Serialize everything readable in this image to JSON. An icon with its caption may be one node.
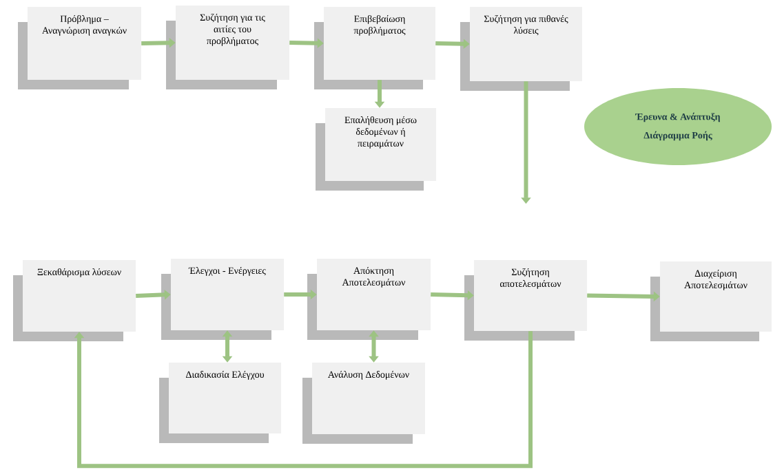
{
  "diagram": {
    "nodes": [
      {
        "text": [
          "Πρόβλημα – Αναγνώριση αναγκών"
        ]
      },
      {
        "text": [
          "Συζήτηση για τις αιτίες του προβλήματος"
        ]
      },
      {
        "text": [
          "Επιβεβαίωση προβλήματος"
        ]
      },
      {
        "text": [
          "Συζήτηση για πιθανές λύσεις"
        ]
      },
      {
        "text": [
          "Επαλήθευση μέσω δεδομένων ή πειραμάτων"
        ]
      },
      {
        "text": [
          "Έρευνα & Ανάπτυξη",
          "Διάγραμμα Ροής"
        ]
      },
      {
        "text": [
          "Ξεκαθάρισμα λύσεων"
        ]
      },
      {
        "text": [
          "Έλεγχοι - Ενέργειες"
        ]
      },
      {
        "text": [
          "Απόκτηση Αποτελεσμάτων"
        ]
      },
      {
        "text": [
          "Συζήτηση αποτελεσμάτων"
        ]
      },
      {
        "text": [
          "Διαχείριση Αποτελεσμάτων"
        ]
      },
      {
        "text": [
          "Διαδικασία Ελέγχου"
        ]
      },
      {
        "text": [
          "Ανάλυση Δεδομένων"
        ]
      }
    ],
    "edges": [
      {
        "from": 0,
        "to": 1,
        "arrow": "to"
      },
      {
        "from": 1,
        "to": 2,
        "arrow": "to"
      },
      {
        "from": 2,
        "to": 3,
        "arrow": "to"
      },
      {
        "from": 2,
        "to": 4,
        "arrow": "to"
      },
      {
        "from": 3,
        "to": null,
        "arrow": "to"
      },
      {
        "from": 6,
        "to": 7,
        "arrow": "to"
      },
      {
        "from": 7,
        "to": 8,
        "arrow": "to"
      },
      {
        "from": 8,
        "to": 9,
        "arrow": "to"
      },
      {
        "from": 9,
        "to": 10,
        "arrow": "to"
      },
      {
        "from": 7,
        "to": 11,
        "arrow": "both"
      },
      {
        "from": 8,
        "to": 12,
        "arrow": "both"
      },
      {
        "from": 9,
        "to": 6,
        "arrow": "to"
      }
    ]
  }
}
